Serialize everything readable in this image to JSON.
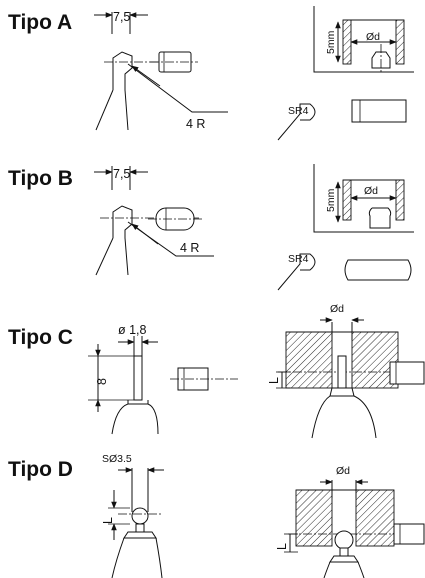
{
  "sections": [
    {
      "title": "Tipo A",
      "dim_top": "7,5",
      "radius": "4 R",
      "sphere_radius": "SR4",
      "bore_depth": "5mm",
      "bore_diameter": "Ød"
    },
    {
      "title": "Tipo B",
      "dim_top": "7,5",
      "radius": "4 R",
      "sphere_radius": "SR4",
      "bore_depth": "5mm",
      "bore_diameter": "Ød"
    },
    {
      "title": "Tipo C",
      "tip_diameter": "ø 1,8",
      "tip_length": "8",
      "bore_diameter": "Ød",
      "insertion_length": "L"
    },
    {
      "title": "Tipo D",
      "sphere_diameter": "SØ3.5",
      "insertion_length": "L",
      "bore_diameter": "Ød",
      "insertion_length_right": "L"
    }
  ],
  "colors": {
    "ink": "#111111",
    "background": "#ffffff"
  }
}
